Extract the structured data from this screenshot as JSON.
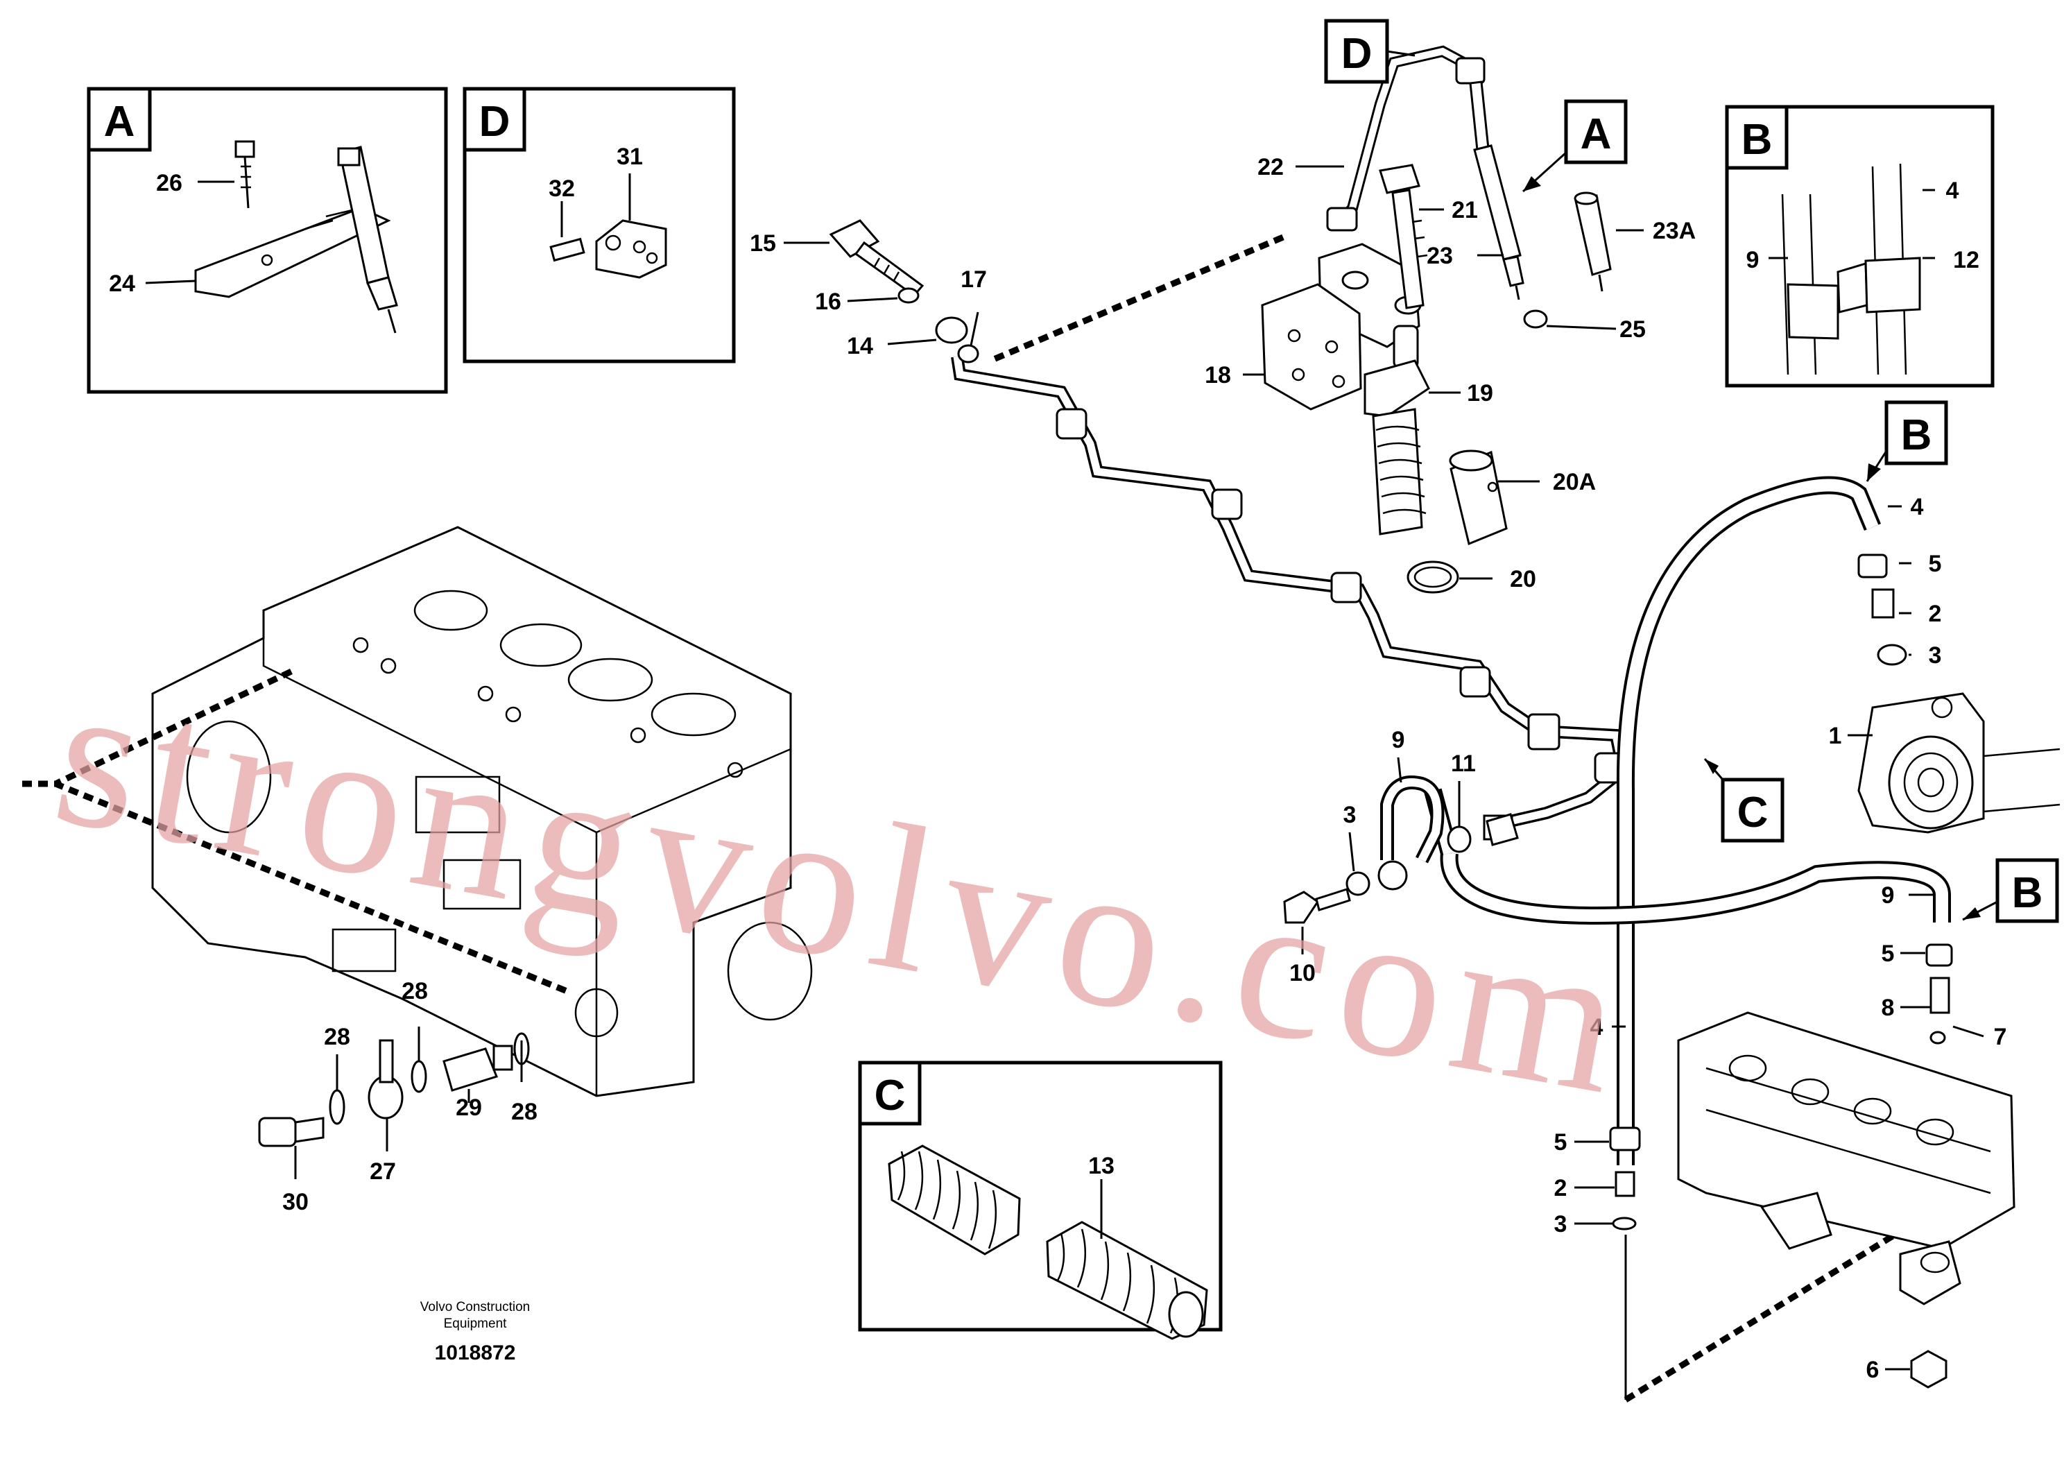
{
  "labels": {
    "l1": "1",
    "l2a": "2",
    "l2b": "2",
    "l3a": "3",
    "l3b": "3",
    "l3c": "3",
    "l4a": "4",
    "l4b": "4",
    "l4c": "4",
    "l5a": "5",
    "l5b": "5",
    "l5c": "5",
    "l6": "6",
    "l7": "7",
    "l8": "8",
    "l9a": "9",
    "l9b": "9",
    "l9c": "9",
    "l10": "10",
    "l11": "11",
    "l12": "12",
    "l13": "13",
    "l14": "14",
    "l15": "15",
    "l16": "16",
    "l17": "17",
    "l18": "18",
    "l19": "19",
    "l20": "20",
    "l20A": "20A",
    "l21": "21",
    "l22": "22",
    "l23": "23",
    "l23A": "23A",
    "l24": "24",
    "l25": "25",
    "l26": "26",
    "l27": "27",
    "l28a": "28",
    "l28b": "28",
    "l28c": "28",
    "l29": "29",
    "l30": "30",
    "l31": "31",
    "l32": "32"
  },
  "detail_boxes": {
    "A_detail": "A",
    "D_detail": "D",
    "B_detail": "B",
    "C_detail": "C"
  },
  "callouts": {
    "D_top": "D",
    "A_top": "A",
    "B_right": "B",
    "C_mid": "C",
    "B_lower": "B"
  },
  "caption": {
    "line1": "Volvo Construction",
    "line2": "Equipment",
    "part_number": "1018872"
  },
  "watermark": "strongvolvo.com"
}
